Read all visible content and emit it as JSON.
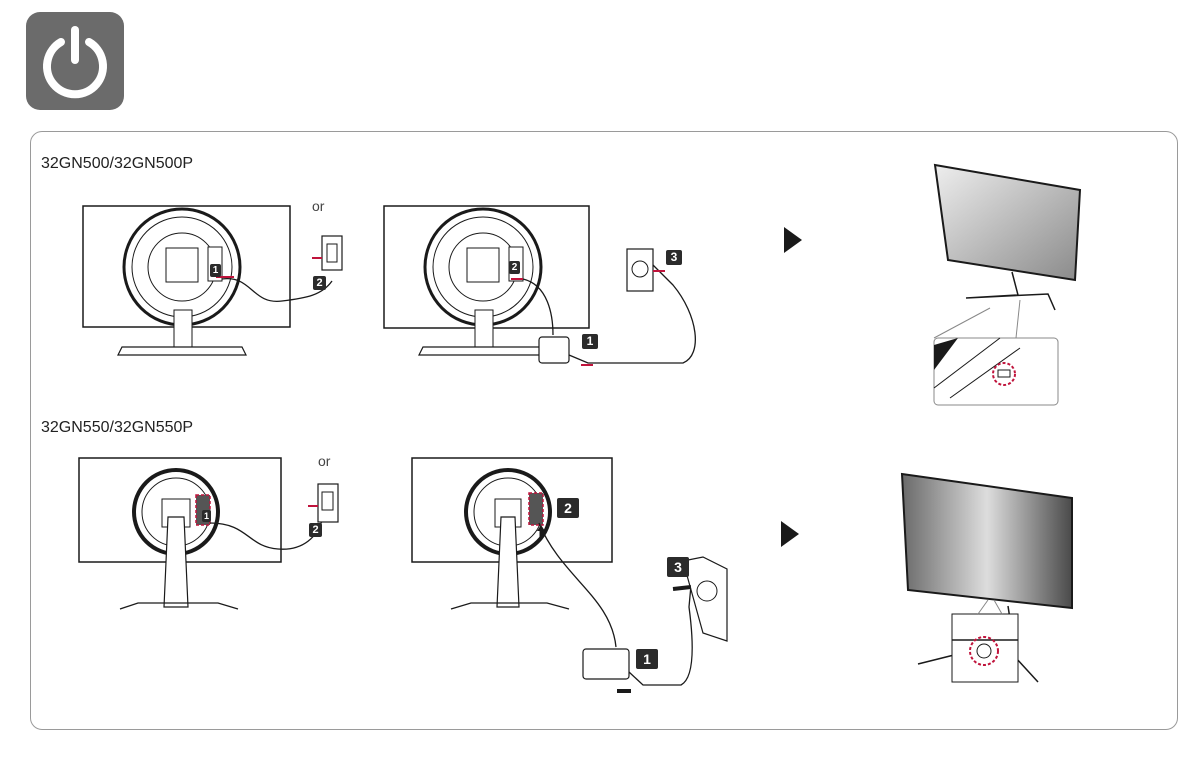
{
  "header": {
    "icon": "power-icon",
    "tile_color": "#6b6b6b"
  },
  "sections": [
    {
      "model": "32GN500/32GN500P",
      "or_label": "or",
      "steps_a": [
        "1",
        "2"
      ],
      "steps_b": [
        "2",
        "3",
        "1"
      ]
    },
    {
      "model": "32GN550/32GN550P",
      "or_label": "or",
      "steps_a": [
        "1",
        "2"
      ],
      "steps_b": [
        "2",
        "3",
        "1"
      ]
    }
  ],
  "colors": {
    "badge": "#2b2b2b",
    "highlight": "#c0143c",
    "line": "#1a1a1a"
  }
}
